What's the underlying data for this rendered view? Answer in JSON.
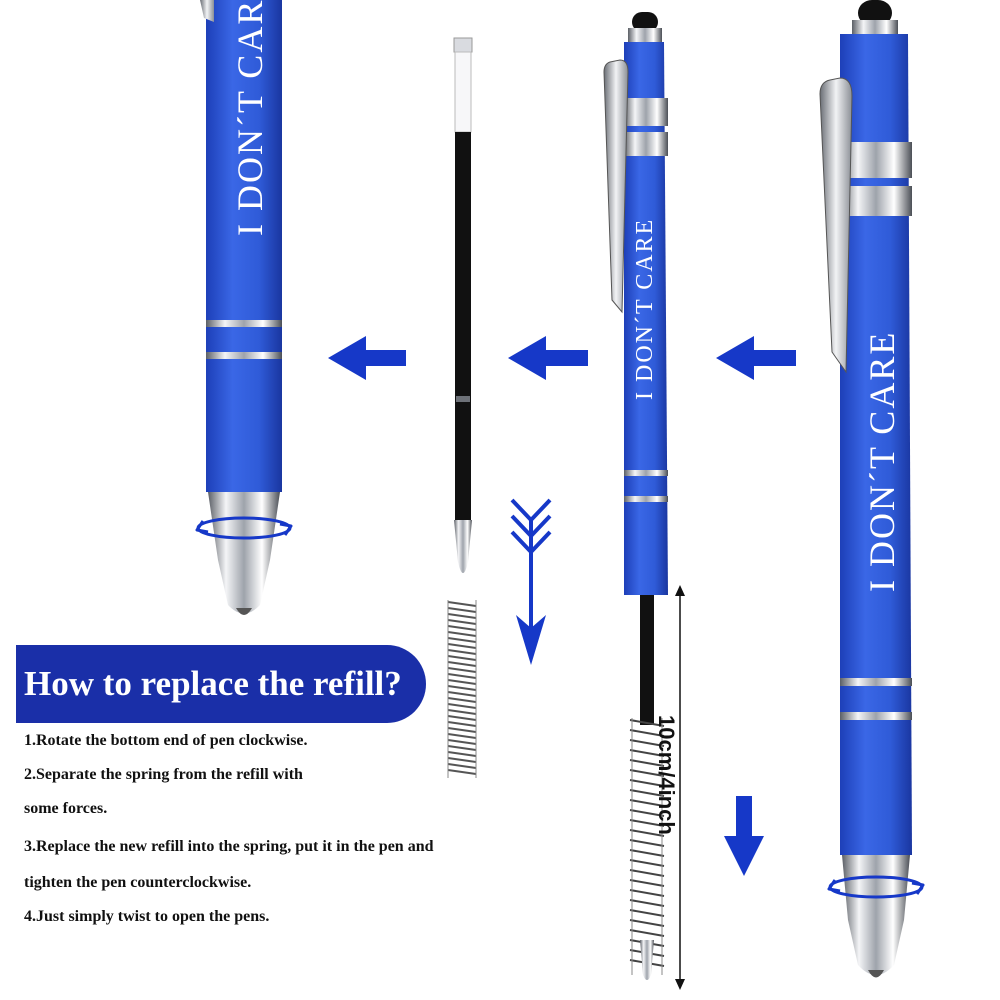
{
  "pen": {
    "engraving": "I DON´T CARE"
  },
  "instructions": {
    "title": "How to replace the refill?",
    "steps": [
      "1.Rotate the bottom end of pen clockwise.",
      "2.Separate the spring from the refill with",
      "some forces.",
      "3.Replace the new refill into the spring, put it in the pen and",
      "tighten the pen counterclockwise.",
      "4.Just simply twist to open the pens."
    ]
  },
  "measurement": {
    "length_label": "10cm/4inch"
  },
  "colors": {
    "pen_blue": "#2f5bd8",
    "arrow_blue": "#1638c8",
    "banner_blue": "#1a2fa8",
    "chrome": "#c9ccd2",
    "ink": "#111111"
  },
  "icons": [
    "arrow-left-icon",
    "arrow-down-icon",
    "rotate-icon",
    "spring-icon",
    "refill-icon"
  ]
}
